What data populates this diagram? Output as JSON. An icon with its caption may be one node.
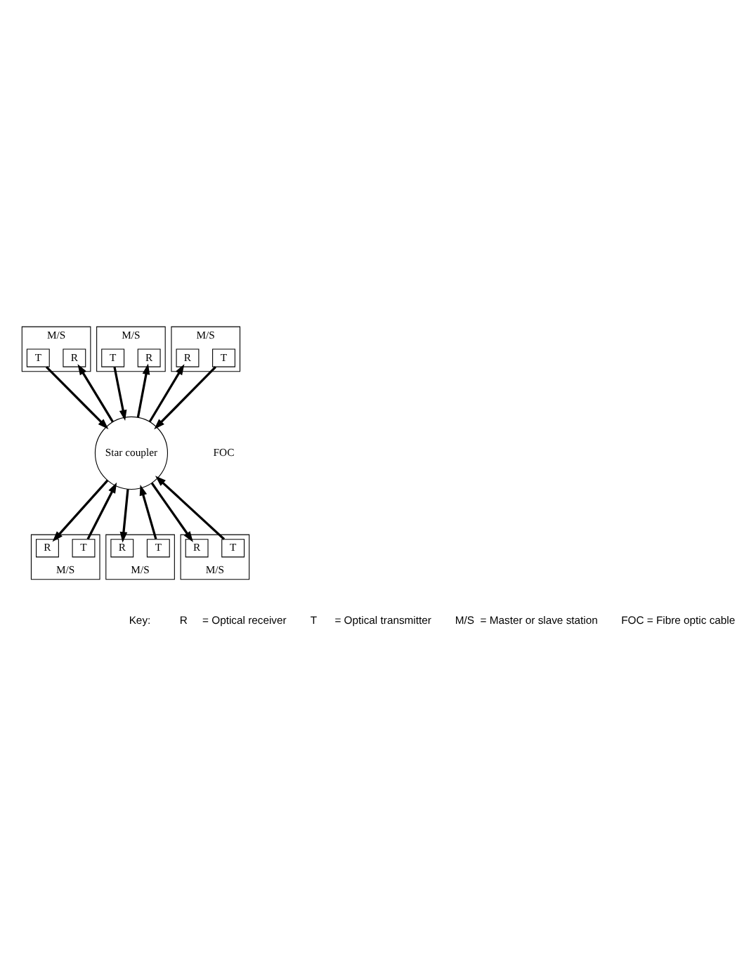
{
  "diagram": {
    "nodes": [
      {
        "text": [
          "M/S"
        ]
      },
      {
        "text": [
          "R"
        ],
        "in": 0
      },
      {
        "text": [
          "T"
        ],
        "in": 0
      },
      {
        "text": [
          "M/S"
        ]
      },
      {
        "text": [
          "R"
        ],
        "in": 3
      },
      {
        "text": [
          "T"
        ],
        "in": 3
      },
      {
        "text": [
          "M/S"
        ]
      },
      {
        "text": [
          "R"
        ],
        "in": 6
      },
      {
        "text": [
          "T"
        ],
        "in": 6
      },
      {
        "text": [
          "Star coupler"
        ]
      },
      {
        "text": [
          "M/S"
        ]
      },
      {
        "text": [
          "T"
        ],
        "in": 10
      },
      {
        "text": [
          "R"
        ],
        "in": 10
      },
      {
        "text": [
          "M/S"
        ]
      },
      {
        "text": [
          "T"
        ],
        "in": 13
      },
      {
        "text": [
          "R"
        ],
        "in": 13
      },
      {
        "text": [
          "M/S"
        ]
      },
      {
        "text": [
          "T"
        ],
        "in": 16
      },
      {
        "text": [
          "R"
        ],
        "in": 16
      }
    ],
    "edges": [
      {
        "from": 9,
        "to": 1,
        "arrow": "to"
      },
      {
        "from": 2,
        "to": 9,
        "arrow": "to"
      },
      {
        "from": 9,
        "to": 4,
        "arrow": "to"
      },
      {
        "from": 5,
        "to": 9,
        "arrow": "to"
      },
      {
        "from": 9,
        "to": 7,
        "arrow": "to"
      },
      {
        "from": 8,
        "to": 9,
        "arrow": "to"
      },
      {
        "from": 11,
        "to": 9,
        "arrow": "to"
      },
      {
        "from": 9,
        "to": 12,
        "arrow": "to"
      },
      {
        "from": 14,
        "to": 9,
        "arrow": "to"
      },
      {
        "from": 9,
        "to": 15,
        "arrow": "to"
      },
      {
        "from": 17,
        "to": 9,
        "arrow": "to"
      },
      {
        "from": 9,
        "to": 18,
        "arrow": "to"
      }
    ],
    "labels": [
      "FOC",
      "Key:",
      "R     = Optical receiver",
      "T      = Optical transmitter",
      "M/S  = Master or slave station",
      "FOC = Fibre optic cable"
    ]
  }
}
